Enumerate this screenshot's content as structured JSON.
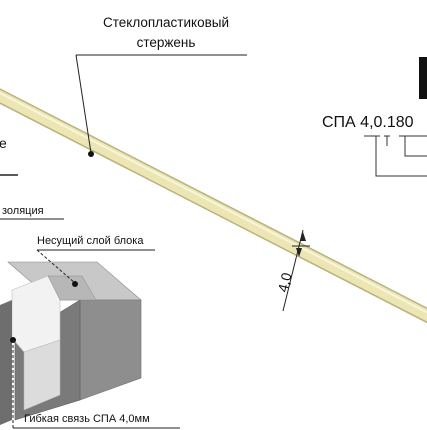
{
  "labels": {
    "rod_line1": "Стеклопластиковый",
    "rod_line2": "стержень",
    "insulation_partial": "золяция",
    "left_edge_partial": "е",
    "load_layer": "Несущий слой блока",
    "flex_tie": "Гибкая связь СПА 4,0мм",
    "code_prefix": "СПА 4,0.180",
    "diameter": "4,0"
  },
  "colors": {
    "rod_fill": "#ece6b4",
    "rod_stroke": "#b9b27c",
    "block_dark": "#7d7d7d",
    "block_mid": "#a8a8a8",
    "block_light": "#c9c9c9",
    "insulation": "#f1f1f1"
  }
}
